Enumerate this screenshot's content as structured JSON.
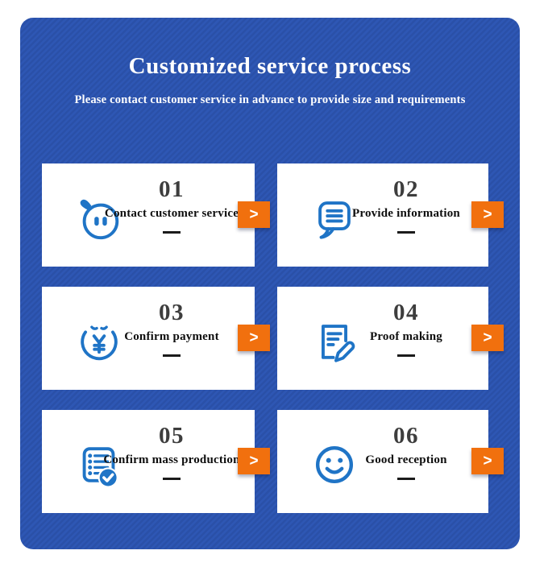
{
  "header": {
    "title": "Customized service process",
    "subtitle": "Please contact customer service in advance to provide size and requirements"
  },
  "steps": [
    {
      "number": "01",
      "label": "Contact customer service",
      "icon": "chat-face-icon"
    },
    {
      "number": "02",
      "label": "Provide information",
      "icon": "message-bubble-icon"
    },
    {
      "number": "03",
      "label": "Confirm payment",
      "icon": "payment-coin-icon"
    },
    {
      "number": "04",
      "label": "Proof making",
      "icon": "document-pencil-icon"
    },
    {
      "number": "05",
      "label": "Confirm mass production",
      "icon": "checklist-check-icon"
    },
    {
      "number": "06",
      "label": "Good reception",
      "icon": "smiley-face-icon"
    }
  ],
  "arrow": {
    "glyph": ">"
  },
  "colors": {
    "panel_blue": "#2e57b4",
    "panel_blue_stripe": "#2a50a8",
    "card_bg": "#ffffff",
    "icon_blue": "#1f74c6",
    "number_gray": "#3d3d3d",
    "label_black": "#0e0e0e",
    "arrow_orange": "#f1700e",
    "title_white": "#ffffff",
    "dash_black": "#1b1b1b"
  }
}
